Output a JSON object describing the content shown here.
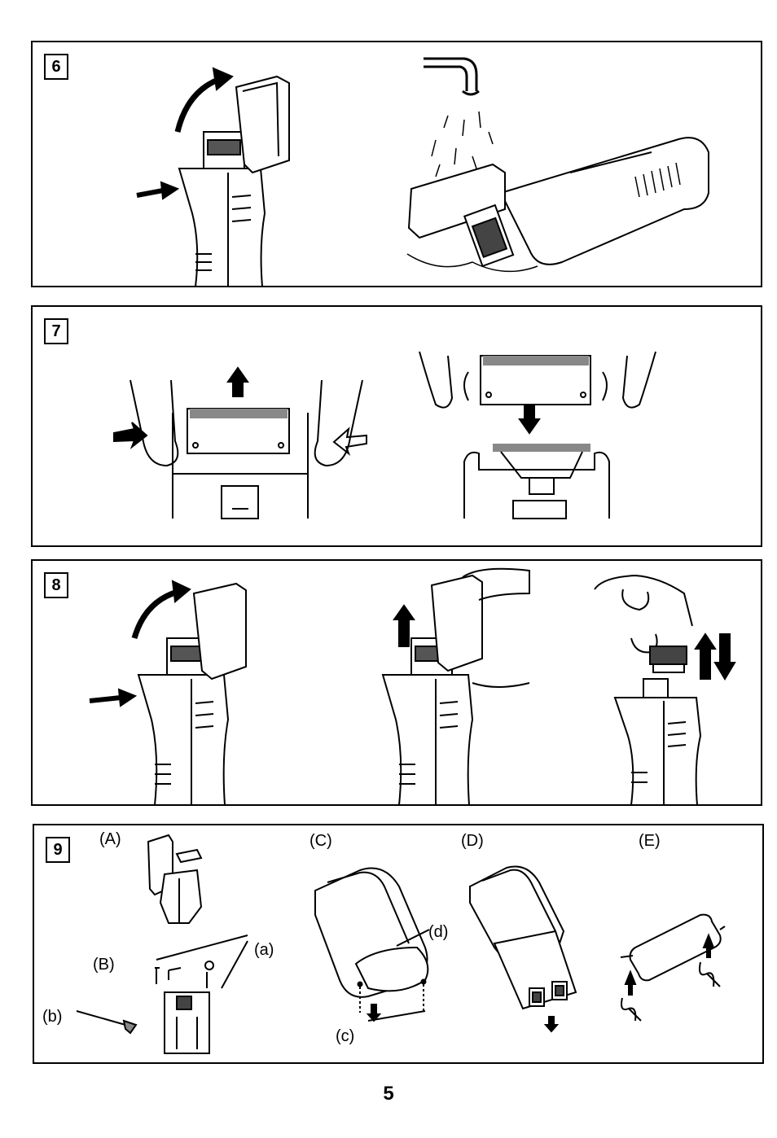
{
  "steps": [
    {
      "number": "6"
    },
    {
      "number": "7"
    },
    {
      "number": "8"
    },
    {
      "number": "9"
    }
  ],
  "step9_labels": {
    "A": "(A)",
    "B": "(B)",
    "C": "(C)",
    "D": "(D)",
    "E": "(E)",
    "a": "(a)",
    "b": "(b)",
    "c": "(c)",
    "d": "(d)"
  },
  "page_number": "5"
}
